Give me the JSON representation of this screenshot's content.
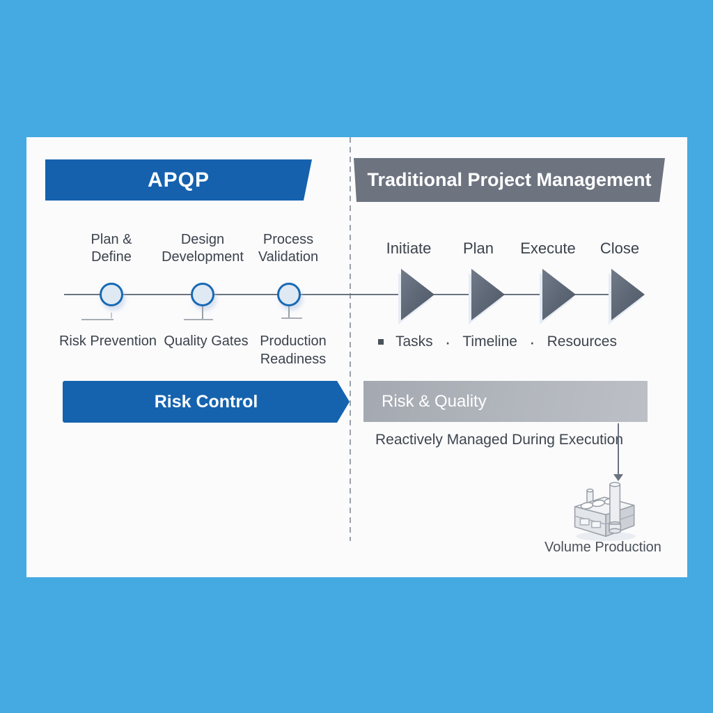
{
  "colors": {
    "background": "#44aae1",
    "card": "#fbfbfc",
    "apqp_blue": "#1561ae",
    "risk_control_blue": "#1563ae",
    "traditional_gray": "#6d7480",
    "risk_quality_gray": "#aeb2b9",
    "text_dark": "#3b424c",
    "line_gray": "#6b7380",
    "circle_fill": "#dfe9f4",
    "circle_stroke": "#1769b4",
    "triangle_gray": "#5d6775"
  },
  "left_panel": {
    "banner": "APQP",
    "milestones": [
      {
        "line1": "Plan &",
        "line2": "Define"
      },
      {
        "line1": "Design",
        "line2": "Development"
      },
      {
        "line1": "Process",
        "line2": "Validation"
      }
    ],
    "gates": [
      {
        "line1": "Risk Prevention",
        "line2": ""
      },
      {
        "line1": "Quality Gates",
        "line2": ""
      },
      {
        "line1": "Production",
        "line2": "Readiness"
      }
    ],
    "risk_banner": "Risk Control"
  },
  "right_panel": {
    "banner": "Traditional Project Management",
    "phases": [
      "Initiate",
      "Plan",
      "Execute",
      "Close"
    ],
    "bullets": [
      "Tasks",
      "Timeline",
      "Resources"
    ],
    "bullet_separator": "·",
    "risk_banner": "Risk & Quality",
    "risk_note": "Reactively Managed During Execution",
    "factory_label": "Volume Production"
  }
}
